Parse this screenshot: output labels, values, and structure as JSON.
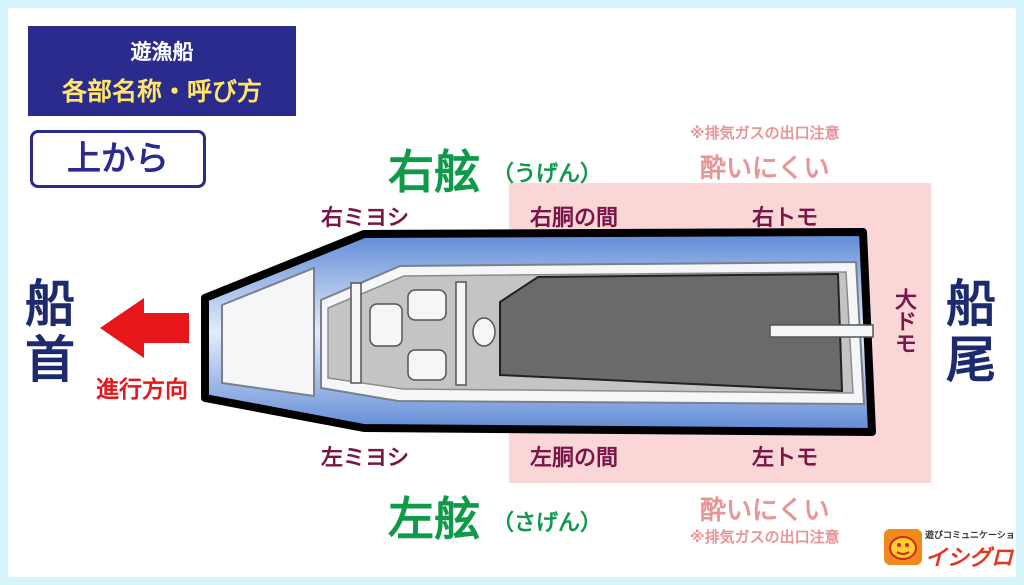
{
  "title": {
    "line1": "遊漁船",
    "line2": "各部名称・呼び方"
  },
  "view_label": "上から",
  "starboard": {
    "main": "右舷",
    "reading": "（うげん）"
  },
  "port": {
    "main": "左舷",
    "reading": "（さげん）"
  },
  "note_top": {
    "caution": "※排気ガスの出口注意",
    "easy": "酔いにくい"
  },
  "note_bottom": {
    "easy": "酔いにくい",
    "caution": "※排気ガスの出口注意"
  },
  "parts_top": {
    "bow": "右ミヨシ",
    "mid": "右胴の間",
    "stern": "右トモ"
  },
  "parts_bottom": {
    "bow": "左ミヨシ",
    "mid": "左胴の間",
    "stern": "左トモ"
  },
  "stern_center": "大ドモ",
  "bow_label": "船首",
  "stern_label": "船尾",
  "direction_label": "進行方向",
  "logo": {
    "tagline": "遊びコミュニケーション",
    "name": "イシグロ"
  },
  "colors": {
    "title_bg": "#2a2b8c",
    "title_accent": "#ffe66a",
    "side_green": "#0f9a4a",
    "part_label": "#7a1548",
    "stern_zone": "#fad6d6",
    "note_pink": "#e89598",
    "bow_stern_navy": "#1e2a6e",
    "arrow_red": "#e6161b",
    "hull_blue": "#6a94d8",
    "logo_orange": "#f08a1c"
  }
}
